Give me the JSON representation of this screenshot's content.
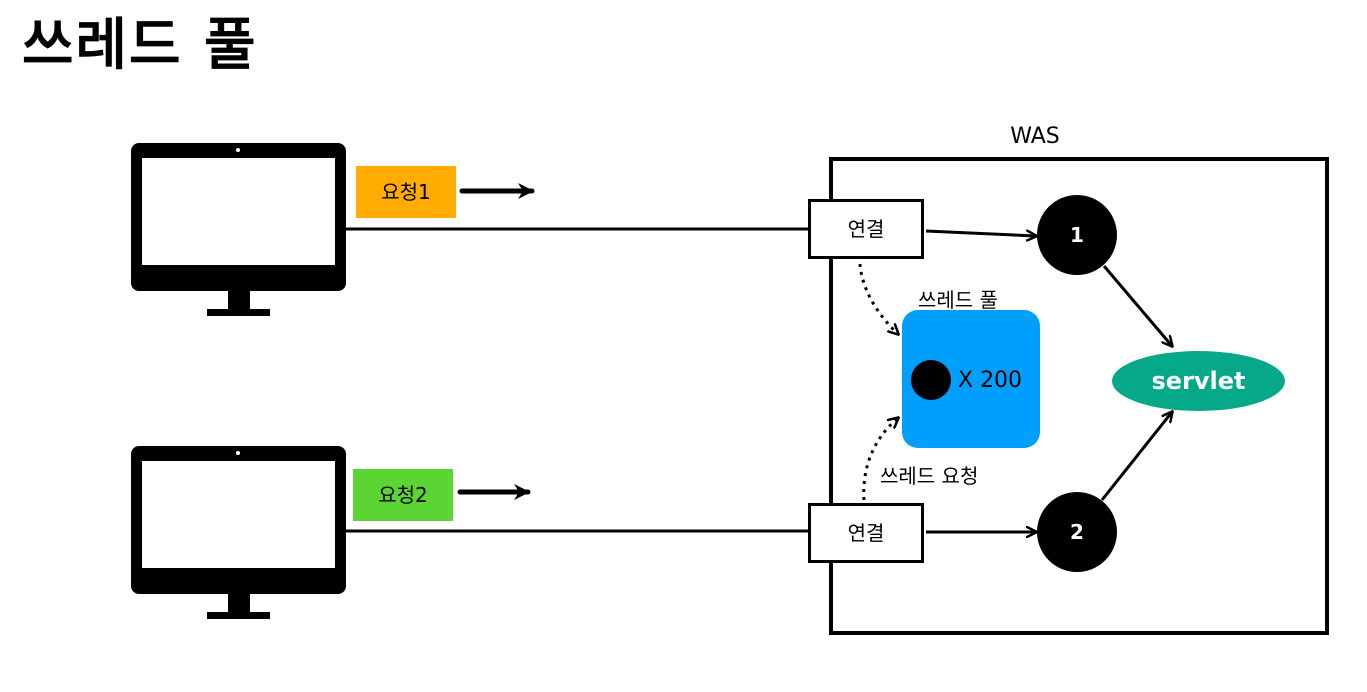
{
  "title": "쓰레드 풀",
  "was": {
    "label": "WAS"
  },
  "requests": [
    {
      "label": "요청1",
      "color": "#ffab00"
    },
    {
      "label": "요청2",
      "color": "#5bd534"
    }
  ],
  "connections": [
    {
      "label": "연결"
    },
    {
      "label": "연결"
    }
  ],
  "threads": [
    {
      "label": "1"
    },
    {
      "label": "2"
    }
  ],
  "thread_pool": {
    "label": "쓰레드 풀",
    "count": "X 200",
    "color": "#009ffd"
  },
  "thread_request": {
    "label": "쓰레드 요청"
  },
  "servlet": {
    "label": "servlet",
    "color": "#06a88a"
  }
}
